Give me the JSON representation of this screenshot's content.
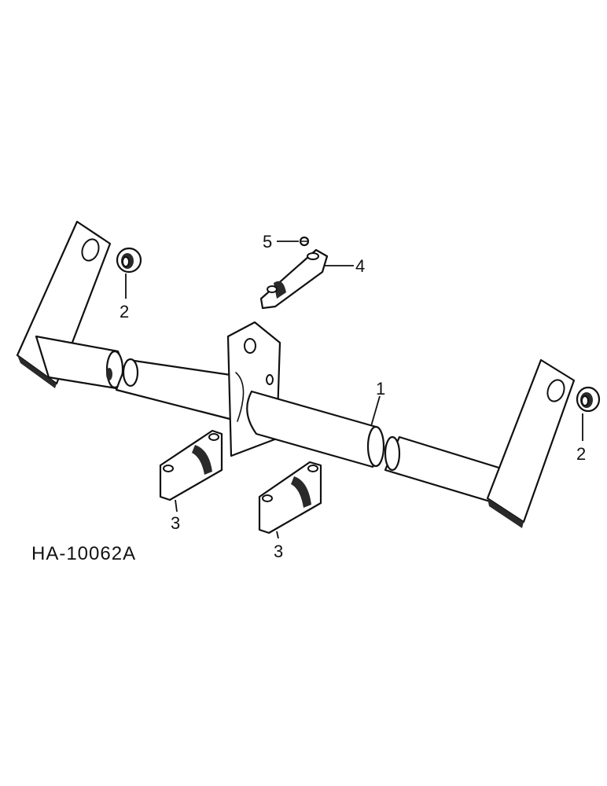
{
  "diagram": {
    "reference_code": "HA-10062A",
    "callouts": {
      "c1": "1",
      "c2a": "2",
      "c2b": "2",
      "c3a": "3",
      "c3b": "3",
      "c4": "4",
      "c5": "5"
    }
  }
}
